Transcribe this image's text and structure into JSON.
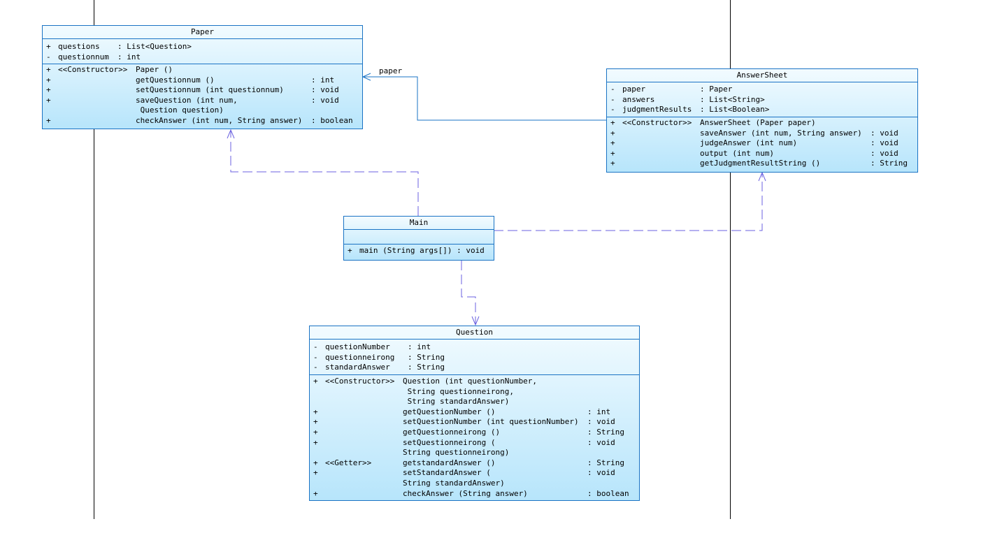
{
  "classes": {
    "paper": {
      "name": "Paper",
      "attributes": [
        {
          "vis": "+",
          "name": "questions",
          "type": ": List<Question>"
        },
        {
          "vis": "-",
          "name": "questionnum",
          "type": ": int"
        }
      ],
      "operations": [
        {
          "vis": "+",
          "stereo": "<<Constructor>>",
          "sig": "Paper ()",
          "ret": ""
        },
        {
          "vis": "+",
          "stereo": "",
          "sig": "getQuestionnum ()",
          "ret": ": int"
        },
        {
          "vis": "+",
          "stereo": "",
          "sig": "setQuestionnum (int questionnum)",
          "ret": ": void"
        },
        {
          "vis": "+",
          "stereo": "",
          "sig": "saveQuestion (int num,",
          "ret": ": void"
        },
        {
          "vis": "",
          "stereo": "",
          "sig": " Question question)",
          "ret": ""
        },
        {
          "vis": "+",
          "stereo": "",
          "sig": "checkAnswer (int num, String answer)",
          "ret": ": boolean"
        }
      ]
    },
    "answersheet": {
      "name": "AnswerSheet",
      "attributes": [
        {
          "vis": "-",
          "name": "paper",
          "type": ": Paper"
        },
        {
          "vis": "-",
          "name": "answers",
          "type": ": List<String>"
        },
        {
          "vis": "-",
          "name": "judgmentResults",
          "type": ": List<Boolean>"
        }
      ],
      "operations": [
        {
          "vis": "+",
          "stereo": "<<Constructor>>",
          "sig": "AnswerSheet (Paper paper)",
          "ret": ""
        },
        {
          "vis": "+",
          "stereo": "",
          "sig": "saveAnswer (int num, String answer)",
          "ret": ": void"
        },
        {
          "vis": "+",
          "stereo": "",
          "sig": "judgeAnswer (int num)",
          "ret": ": void"
        },
        {
          "vis": "+",
          "stereo": "",
          "sig": "output (int num)",
          "ret": ": void"
        },
        {
          "vis": "+",
          "stereo": "",
          "sig": "getJudgmentResultString ()",
          "ret": ": String"
        }
      ]
    },
    "main": {
      "name": "Main",
      "operations": [
        {
          "vis": "+",
          "sig": "main (String args[]) : void"
        }
      ]
    },
    "question": {
      "name": "Question",
      "attributes": [
        {
          "vis": "-",
          "name": "questionNumber",
          "type": ": int"
        },
        {
          "vis": "-",
          "name": "questionneirong",
          "type": ": String"
        },
        {
          "vis": "-",
          "name": "standardAnswer",
          "type": ": String"
        }
      ],
      "operations": [
        {
          "vis": "+",
          "stereo": "<<Constructor>>",
          "sig": "Question (int questionNumber,",
          "ret": ""
        },
        {
          "vis": "",
          "stereo": "",
          "sig": " String questionneirong,",
          "ret": ""
        },
        {
          "vis": "",
          "stereo": "",
          "sig": " String standardAnswer)",
          "ret": ""
        },
        {
          "vis": "+",
          "stereo": "",
          "sig": "getQuestionNumber ()",
          "ret": ": int"
        },
        {
          "vis": "+",
          "stereo": "",
          "sig": "setQuestionNumber (int questionNumber)",
          "ret": ": void"
        },
        {
          "vis": "+",
          "stereo": "",
          "sig": "getQuestionneirong ()",
          "ret": ": String"
        },
        {
          "vis": "+",
          "stereo": "",
          "sig": "setQuestionneirong (",
          "ret": ": void"
        },
        {
          "vis": "",
          "stereo": "",
          "sig": "String questionneirong)",
          "ret": ""
        },
        {
          "vis": "+",
          "stereo": "<<Getter>>",
          "sig": "getstandardAnswer ()",
          "ret": ": String"
        },
        {
          "vis": "+",
          "stereo": "",
          "sig": "setStandardAnswer (",
          "ret": ": void"
        },
        {
          "vis": "",
          "stereo": "",
          "sig": "String standardAnswer)",
          "ret": ""
        },
        {
          "vis": "+",
          "stereo": "",
          "sig": "checkAnswer (String answer)",
          "ret": ": boolean"
        }
      ]
    }
  },
  "associations": {
    "answersheet_to_paper_label": "paper"
  },
  "colors": {
    "class_border": "#1a73c4",
    "dependency": "#6b62e0",
    "association": "#1a73c4"
  }
}
